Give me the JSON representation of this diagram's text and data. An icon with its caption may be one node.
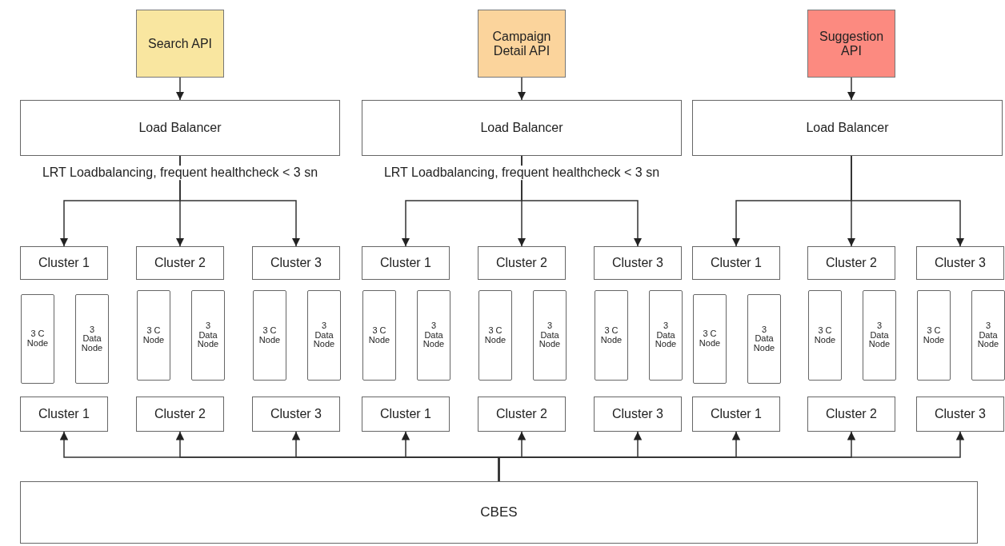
{
  "diagram": {
    "nodes": [
      {
        "text": [
          "Search API"
        ]
      },
      {
        "text": [
          "Campaign Detail API"
        ]
      },
      {
        "text": [
          "Suggestion API"
        ]
      },
      {
        "text": [
          "Load Balancer"
        ]
      },
      {
        "text": [
          "Load Balancer"
        ]
      },
      {
        "text": [
          "Load Balancer"
        ]
      },
      {
        "text": [
          "Cluster 1"
        ]
      },
      {
        "text": [
          "Cluster 2"
        ]
      },
      {
        "text": [
          "Cluster 3"
        ]
      },
      {
        "text": [
          "Cluster 1"
        ]
      },
      {
        "text": [
          "Cluster 2"
        ]
      },
      {
        "text": [
          "Cluster 3"
        ]
      },
      {
        "text": [
          "Cluster 1"
        ]
      },
      {
        "text": [
          "Cluster 2"
        ]
      },
      {
        "text": [
          "Cluster 3"
        ]
      },
      {
        "text": [
          "3 C Node"
        ]
      },
      {
        "text": [
          "3 Data Node"
        ]
      },
      {
        "text": [
          "3 C Node"
        ]
      },
      {
        "text": [
          "3 Data Node"
        ]
      },
      {
        "text": [
          "3 C Node"
        ]
      },
      {
        "text": [
          "3 Data Node"
        ]
      },
      {
        "text": [
          "3 C Node"
        ]
      },
      {
        "text": [
          "3 Data Node"
        ]
      },
      {
        "text": [
          "3 C Node"
        ]
      },
      {
        "text": [
          "3 Data Node"
        ]
      },
      {
        "text": [
          "3 C Node"
        ]
      },
      {
        "text": [
          "3 Data Node"
        ]
      },
      {
        "text": [
          "3 C Node"
        ]
      },
      {
        "text": [
          "3 Data Node"
        ]
      },
      {
        "text": [
          "3 C Node"
        ]
      },
      {
        "text": [
          "3 Data Node"
        ]
      },
      {
        "text": [
          "3 C Node"
        ]
      },
      {
        "text": [
          "3 Data Node"
        ]
      },
      {
        "text": [
          "Cluster 1"
        ]
      },
      {
        "text": [
          "Cluster 2"
        ]
      },
      {
        "text": [
          "Cluster 3"
        ]
      },
      {
        "text": [
          "Cluster 1"
        ]
      },
      {
        "text": [
          "Cluster 2"
        ]
      },
      {
        "text": [
          "Cluster 3"
        ]
      },
      {
        "text": [
          "Cluster 1"
        ]
      },
      {
        "text": [
          "Cluster 2"
        ]
      },
      {
        "text": [
          "Cluster 3"
        ]
      },
      {
        "text": [
          "CBES"
        ]
      }
    ],
    "edges": [
      {
        "from": 0,
        "to": 3,
        "arrow": "to"
      },
      {
        "from": 1,
        "to": 4,
        "arrow": "to"
      },
      {
        "from": 2,
        "to": 5,
        "arrow": "to"
      },
      {
        "from": 3,
        "to": 6,
        "arrow": "to"
      },
      {
        "from": 3,
        "to": 7,
        "arrow": "to",
        "label": "LRT Loadbalancing, frequent healthcheck < 3 sn"
      },
      {
        "from": 3,
        "to": 8,
        "arrow": "to"
      },
      {
        "from": 4,
        "to": 9,
        "arrow": "to"
      },
      {
        "from": 4,
        "to": 10,
        "arrow": "to",
        "label": "LRT Loadbalancing, frequent healthcheck < 3 sn"
      },
      {
        "from": 4,
        "to": 11,
        "arrow": "to"
      },
      {
        "from": 5,
        "to": 12,
        "arrow": "to"
      },
      {
        "from": 5,
        "to": 13,
        "arrow": "to"
      },
      {
        "from": 5,
        "to": 14,
        "arrow": "to"
      },
      {
        "from": 42,
        "to": 33,
        "arrow": "to"
      },
      {
        "from": 42,
        "to": 34,
        "arrow": "to"
      },
      {
        "from": 42,
        "to": 35,
        "arrow": "to"
      },
      {
        "from": 42,
        "to": 36,
        "arrow": "to"
      },
      {
        "from": 42,
        "to": 37,
        "arrow": "to"
      },
      {
        "from": 42,
        "to": 38,
        "arrow": "to"
      },
      {
        "from": 42,
        "to": 39,
        "arrow": "to"
      },
      {
        "from": 42,
        "to": 40,
        "arrow": "to"
      },
      {
        "from": 42,
        "to": 41,
        "arrow": "to"
      }
    ]
  }
}
